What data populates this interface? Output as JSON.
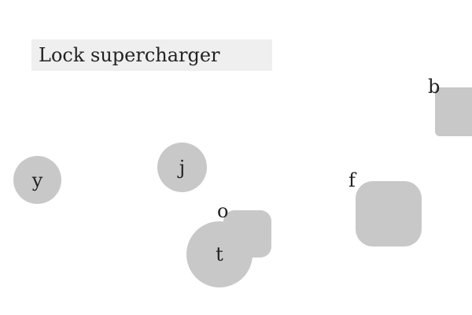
{
  "title": "Lock supercharger",
  "targets": {
    "y": "y",
    "j": "j",
    "t": "t",
    "o": "o",
    "f": "f",
    "b": "b"
  }
}
